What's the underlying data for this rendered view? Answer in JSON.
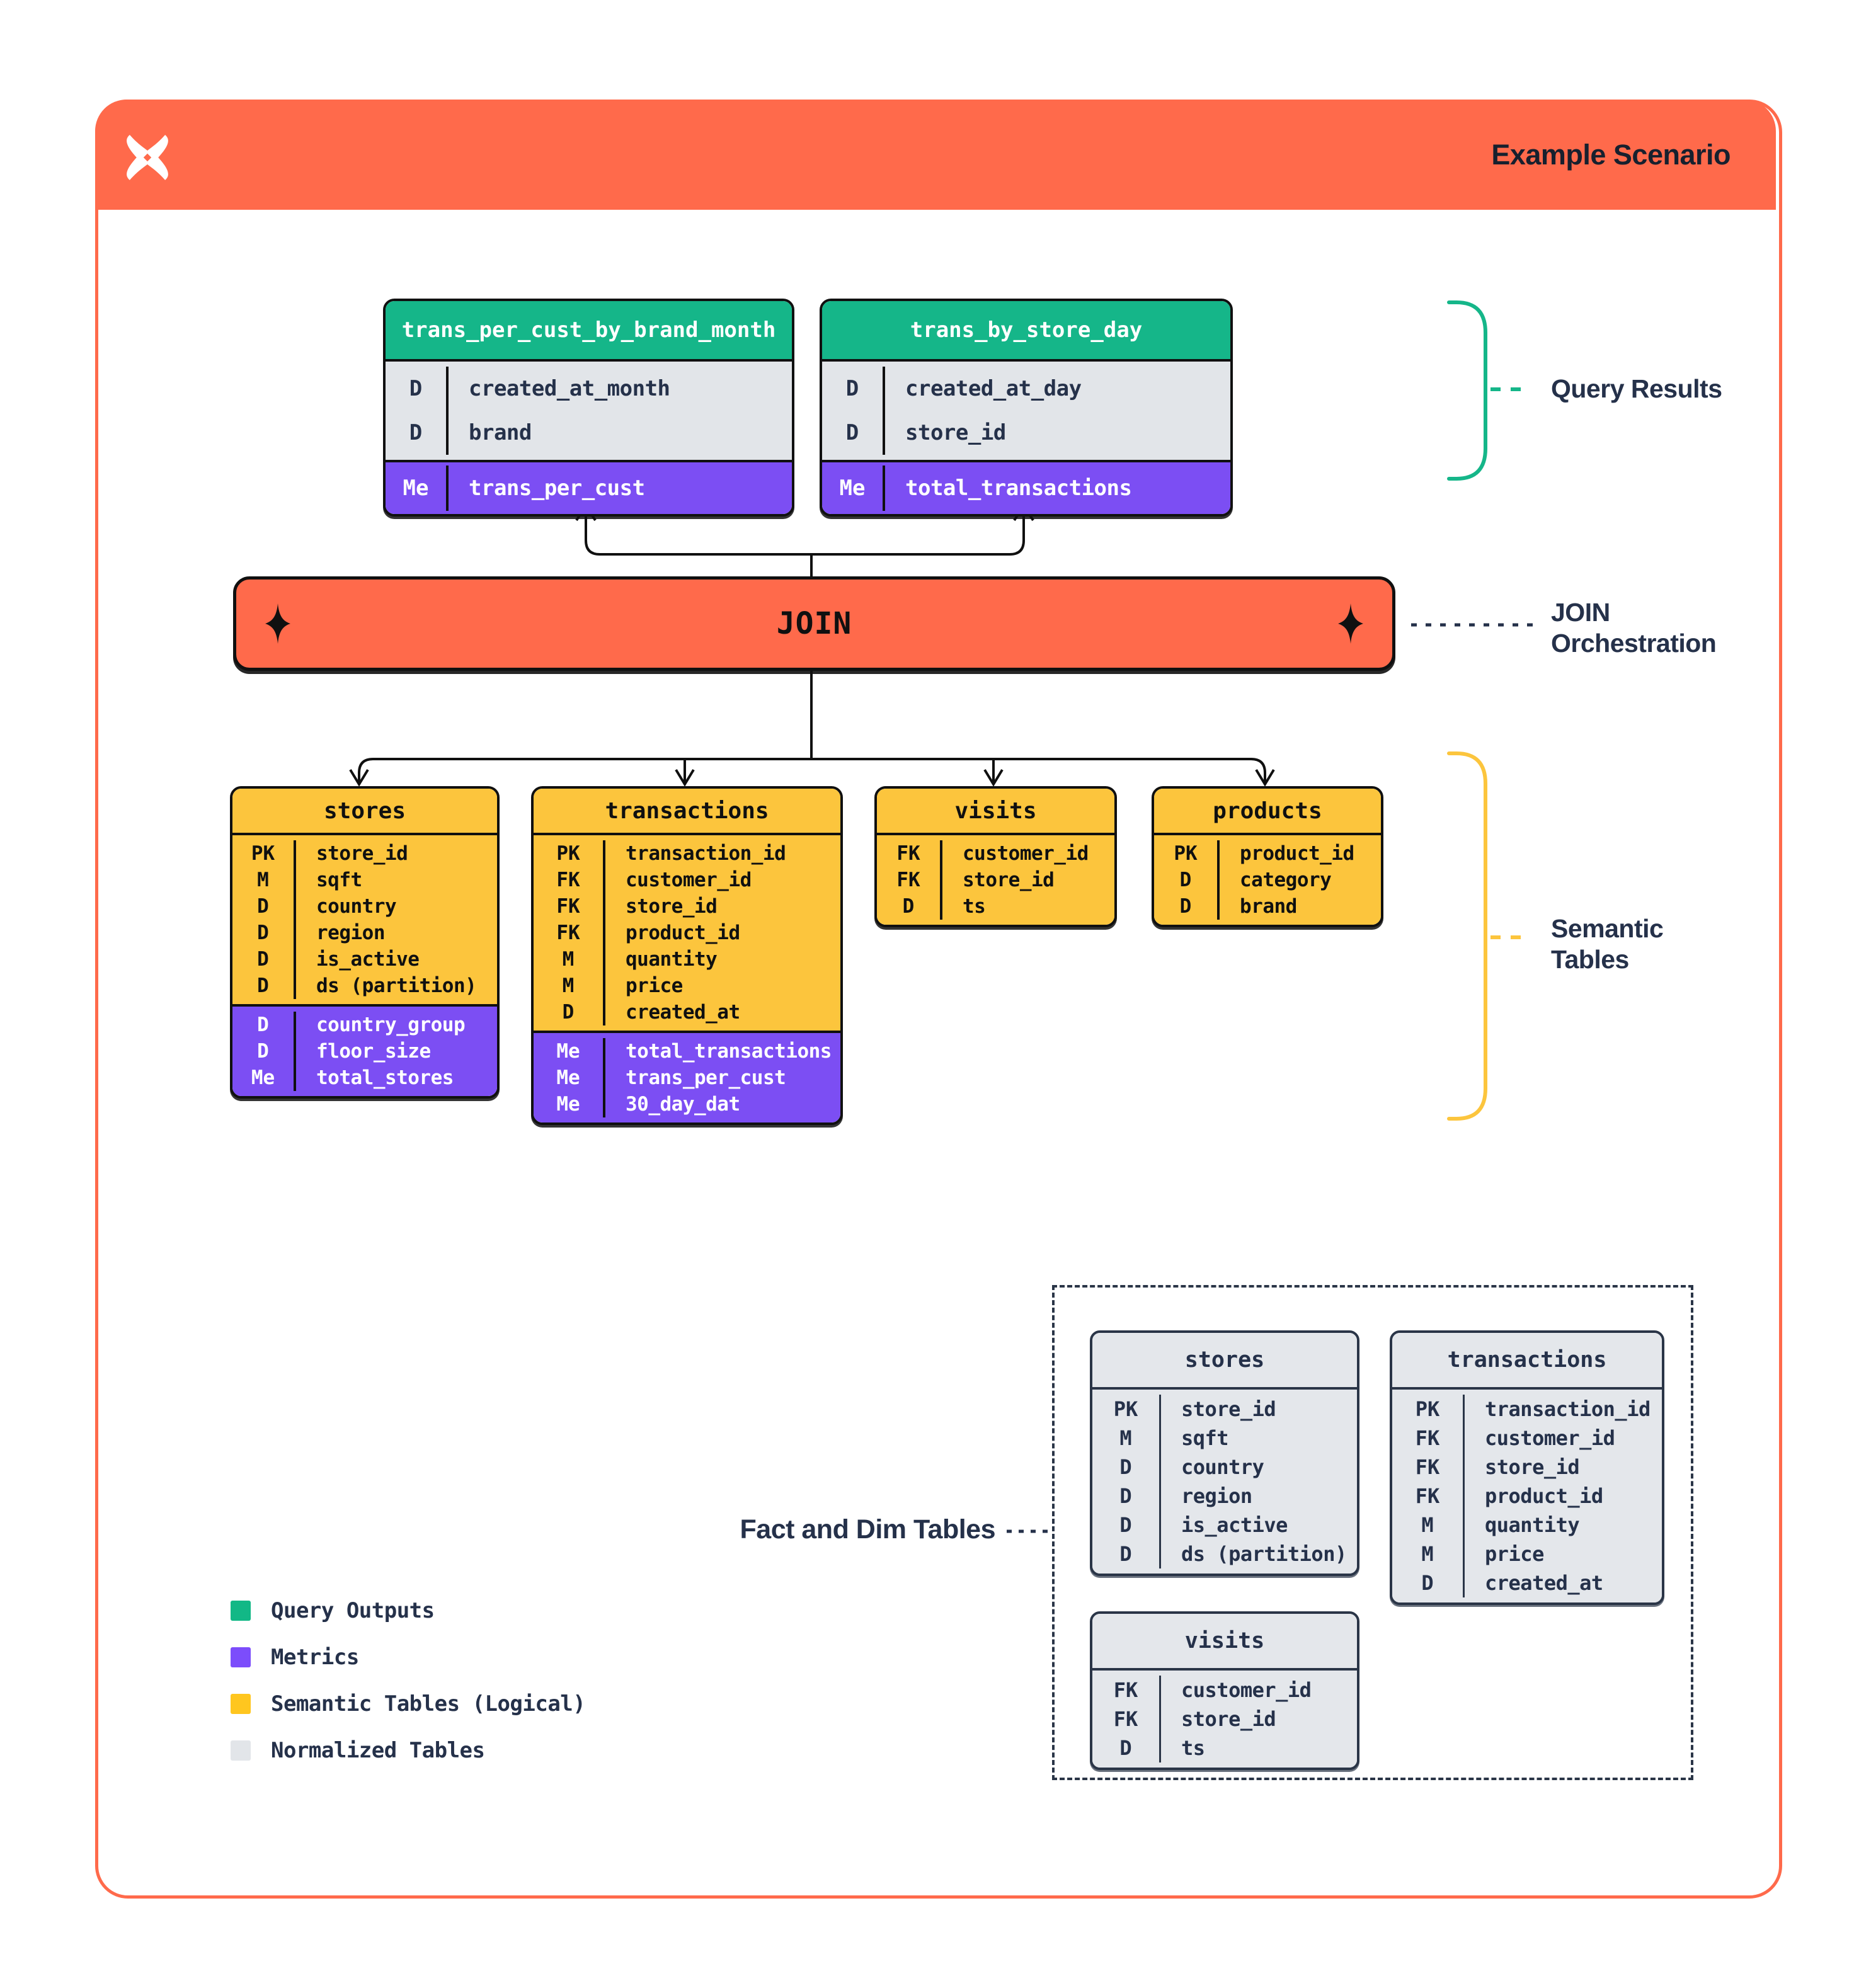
{
  "header": {
    "title": "Example Scenario"
  },
  "icons": {
    "logo": "x-spark-logo",
    "join_decoration": "four-point-star-icon"
  },
  "colors": {
    "orange": "#FF6A4B",
    "green": "#15B689",
    "purple": "#7C4EF3",
    "yellow": "#FCC53D",
    "gray_row": "#E2E5E9",
    "normalized_fill": "#E4E7EB",
    "navy": "#25314A",
    "ink": "#101010"
  },
  "join_bar": {
    "label": "JOIN"
  },
  "annotations": {
    "query_results": "Query Results",
    "join_orchestration": "JOIN Orchestration",
    "semantic_tables": "Semantic Tables",
    "fact_dim": "Fact and Dim Tables"
  },
  "query_result_tables": [
    {
      "name": "trans_per_cust_by_brand_month",
      "rows": [
        {
          "key": "D",
          "field": "created_at_month"
        },
        {
          "key": "D",
          "field": "brand"
        }
      ],
      "metrics": [
        {
          "key": "Me",
          "field": "trans_per_cust"
        }
      ]
    },
    {
      "name": "trans_by_store_day",
      "rows": [
        {
          "key": "D",
          "field": "created_at_day"
        },
        {
          "key": "D",
          "field": "store_id"
        }
      ],
      "metrics": [
        {
          "key": "Me",
          "field": "total_transactions"
        }
      ]
    }
  ],
  "semantic_tables": [
    {
      "name": "stores",
      "rows": [
        {
          "key": "PK",
          "field": "store_id"
        },
        {
          "key": "M",
          "field": "sqft"
        },
        {
          "key": "D",
          "field": "country"
        },
        {
          "key": "D",
          "field": "region"
        },
        {
          "key": "D",
          "field": "is_active"
        },
        {
          "key": "D",
          "field": "ds (partition)"
        }
      ],
      "metrics": [
        {
          "key": "D",
          "field": "country_group"
        },
        {
          "key": "D",
          "field": "floor_size"
        },
        {
          "key": "Me",
          "field": "total_stores"
        }
      ]
    },
    {
      "name": "transactions",
      "rows": [
        {
          "key": "PK",
          "field": "transaction_id"
        },
        {
          "key": "FK",
          "field": "customer_id"
        },
        {
          "key": "FK",
          "field": "store_id"
        },
        {
          "key": "FK",
          "field": "product_id"
        },
        {
          "key": "M",
          "field": "quantity"
        },
        {
          "key": "M",
          "field": "price"
        },
        {
          "key": "D",
          "field": "created_at"
        }
      ],
      "metrics": [
        {
          "key": "Me",
          "field": "total_transactions"
        },
        {
          "key": "Me",
          "field": "trans_per_cust"
        },
        {
          "key": "Me",
          "field": "30_day_dat"
        }
      ]
    },
    {
      "name": "visits",
      "rows": [
        {
          "key": "FK",
          "field": "customer_id"
        },
        {
          "key": "FK",
          "field": "store_id"
        },
        {
          "key": "D",
          "field": "ts"
        }
      ],
      "metrics": []
    },
    {
      "name": "products",
      "rows": [
        {
          "key": "PK",
          "field": "product_id"
        },
        {
          "key": "D",
          "field": "category"
        },
        {
          "key": "D",
          "field": "brand"
        }
      ],
      "metrics": []
    }
  ],
  "normalized_tables": [
    {
      "name": "stores",
      "rows": [
        {
          "key": "PK",
          "field": "store_id"
        },
        {
          "key": "M",
          "field": "sqft"
        },
        {
          "key": "D",
          "field": "country"
        },
        {
          "key": "D",
          "field": "region"
        },
        {
          "key": "D",
          "field": "is_active"
        },
        {
          "key": "D",
          "field": "ds (partition)"
        }
      ],
      "metrics": []
    },
    {
      "name": "transactions",
      "rows": [
        {
          "key": "PK",
          "field": "transaction_id"
        },
        {
          "key": "FK",
          "field": "customer_id"
        },
        {
          "key": "FK",
          "field": "store_id"
        },
        {
          "key": "FK",
          "field": "product_id"
        },
        {
          "key": "M",
          "field": "quantity"
        },
        {
          "key": "M",
          "field": "price"
        },
        {
          "key": "D",
          "field": "created_at"
        }
      ],
      "metrics": []
    },
    {
      "name": "visits",
      "rows": [
        {
          "key": "FK",
          "field": "customer_id"
        },
        {
          "key": "FK",
          "field": "store_id"
        },
        {
          "key": "D",
          "field": "ts"
        }
      ],
      "metrics": []
    }
  ],
  "legend": {
    "items": [
      {
        "label": "Query Outputs",
        "color": "#12B886"
      },
      {
        "label": "Metrics",
        "color": "#7C4DFB"
      },
      {
        "label": "Semantic Tables (Logical)",
        "color": "#FFC61F"
      },
      {
        "label": "Normalized Tables",
        "color": "#E2E5E9"
      }
    ]
  }
}
